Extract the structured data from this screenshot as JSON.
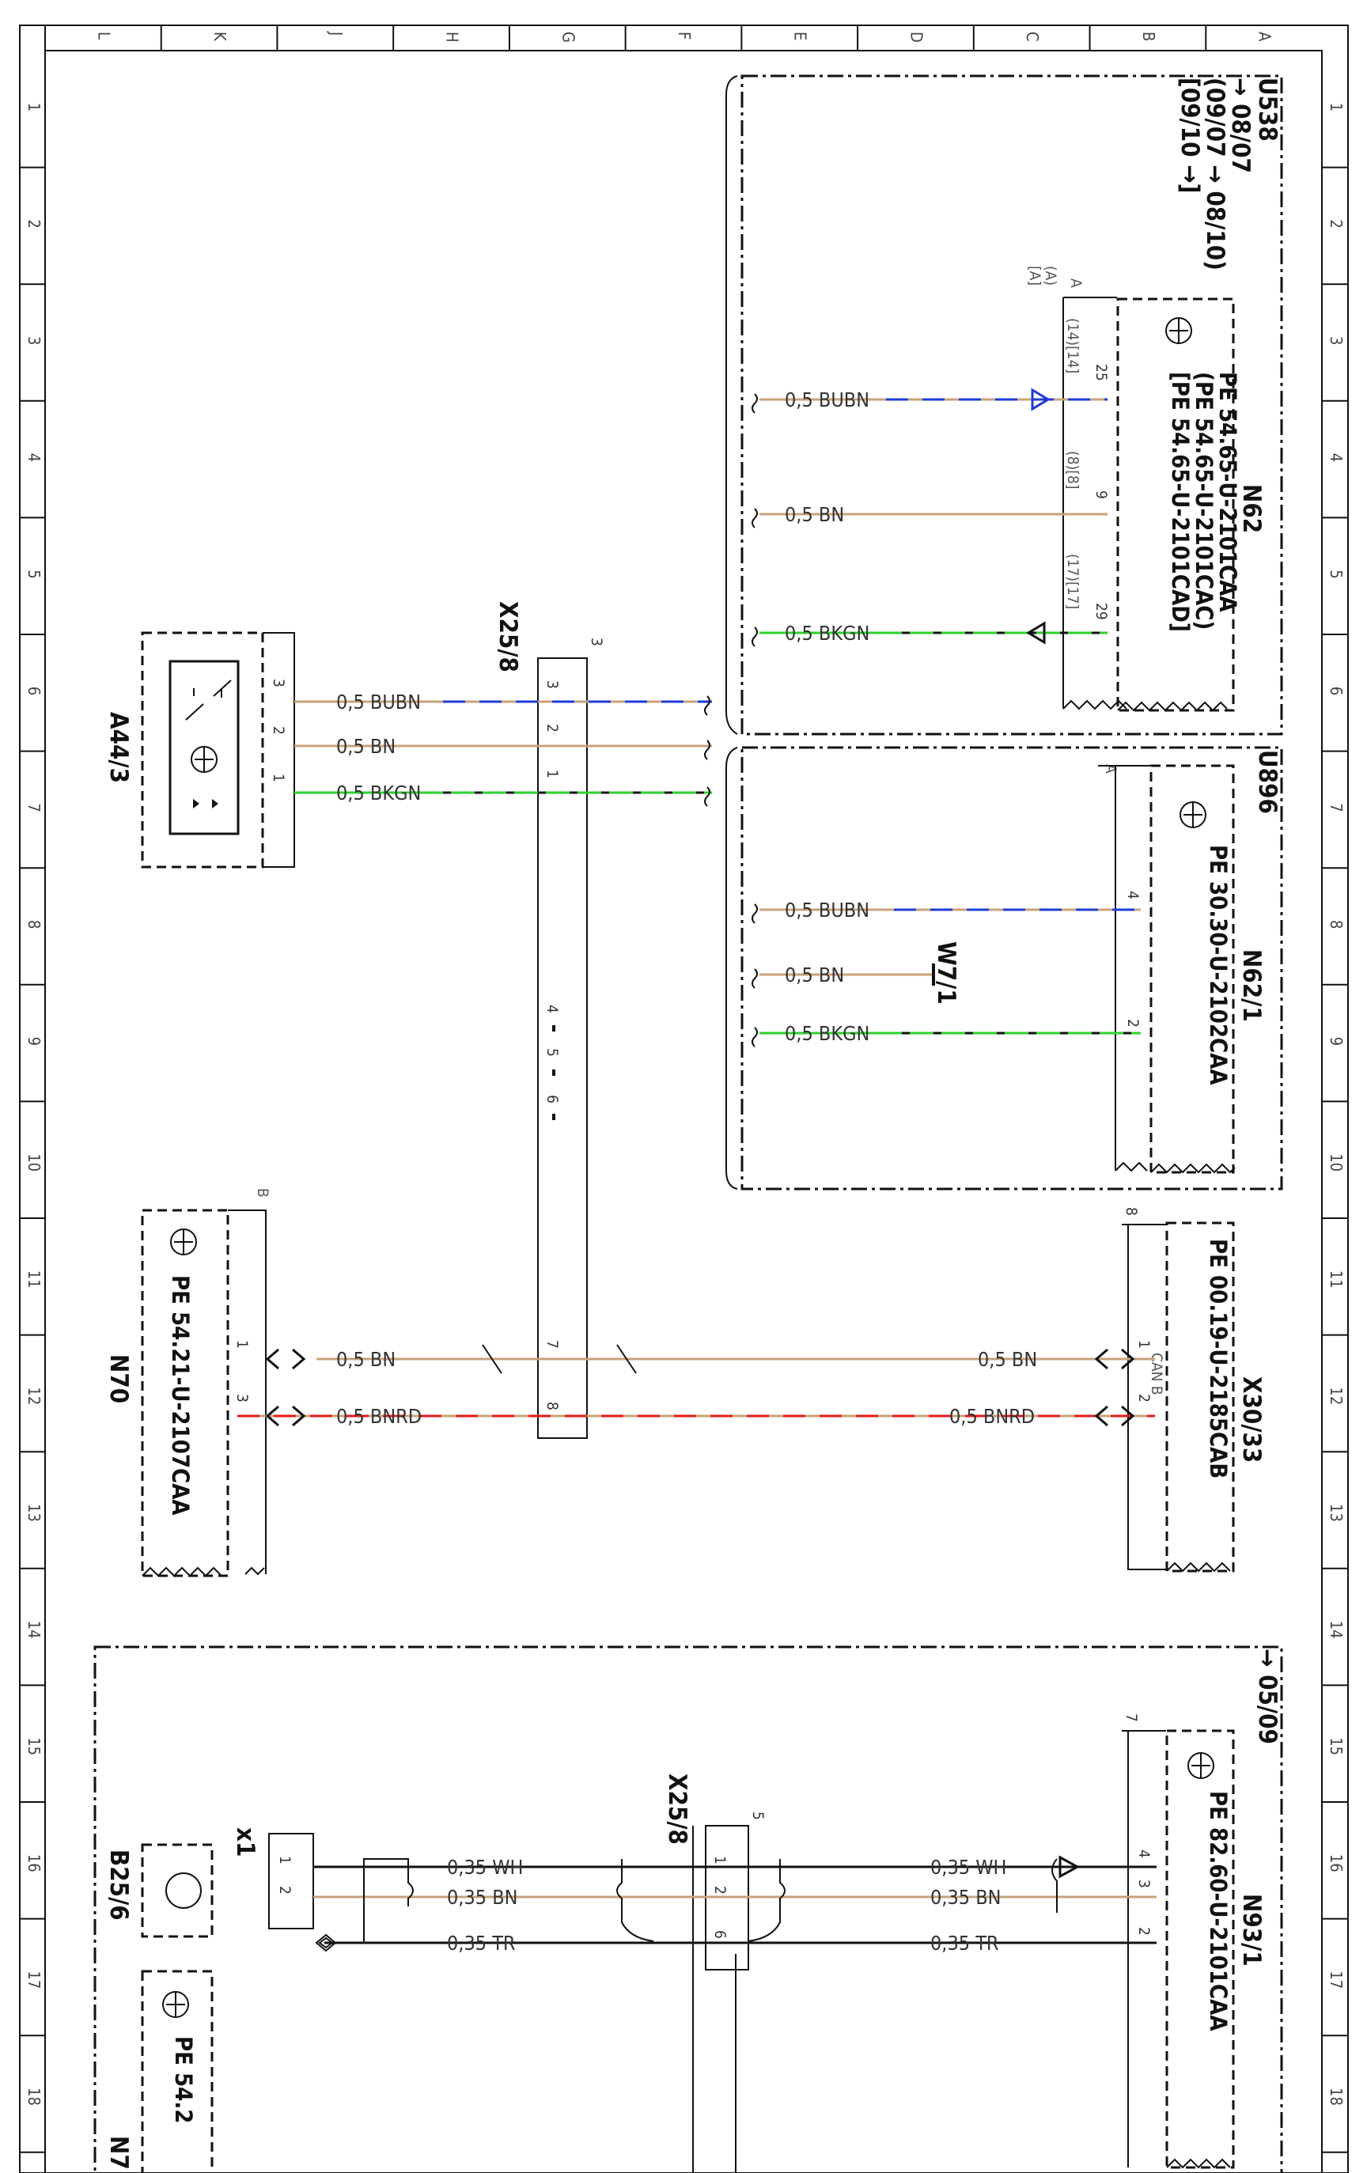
{
  "colors": {
    "BN": "#c8a27a",
    "BU": "#1f3bd6",
    "GN": "#2fd12f",
    "BK": "#111111",
    "RD": "#e21a1a",
    "WH": "#111111",
    "TR": "#111111"
  },
  "grid": {
    "columns": [
      "A",
      "B",
      "C",
      "D",
      "E",
      "F",
      "G",
      "H",
      "J",
      "K",
      "L"
    ],
    "rows": [
      "1",
      "2",
      "3",
      "4",
      "5",
      "6",
      "7",
      "8",
      "9",
      "10",
      "11",
      "12",
      "13",
      "14",
      "15",
      "16",
      "17",
      "18"
    ]
  },
  "boxes": {
    "u538": {
      "title": "U538",
      "dates": [
        "→ 08/07",
        "(09/07 → 08/10)",
        "[09/10 →]"
      ]
    },
    "u896": {
      "title": "U896"
    },
    "box0509": {
      "title": "→ 05/09"
    }
  },
  "components": {
    "n62": {
      "name": "N62",
      "pe": [
        "PE 54.65-U-2101CAA",
        "(PE 54.65-U-2101CAC)",
        "[PE 54.65-U-2101CAD]"
      ],
      "marker": "A",
      "marker2": "(A)",
      "marker3": "[A]",
      "pins": [
        "25",
        "9",
        "29"
      ],
      "refs": [
        "(14)[14]",
        "(8)[8]",
        "(17)[17]"
      ]
    },
    "n62_1": {
      "name": "N62/1",
      "pe": "PE 30.30-U-2102CAA",
      "marker": "A",
      "pins": [
        "4",
        "2"
      ]
    },
    "w7_1": {
      "name": "W7/1"
    },
    "a44_3": {
      "name": "A44/3",
      "pins": [
        "3",
        "2",
        "1"
      ]
    },
    "x25_8_top": {
      "name": "X25/8",
      "num": "3",
      "pins": [
        "3",
        "2",
        "1",
        "4",
        "5",
        "6",
        "7",
        "8"
      ]
    },
    "x30_33": {
      "name": "X30/33",
      "pe": "PE 00.19-U-2185CAB",
      "num": "8",
      "pins": [
        "1",
        "2"
      ],
      "can": [
        "CAN B",
        "CAN B"
      ]
    },
    "n70": {
      "name": "N70",
      "pe": "PE 54.21-U-2107CAA",
      "marker": "B",
      "pins": [
        "1",
        "3"
      ]
    },
    "n93_1": {
      "name": "N93/1",
      "pe": "PE 82.60-U-2101CAA",
      "num": "7",
      "pins": [
        "4",
        "3",
        "2"
      ]
    },
    "x25_8_bottom": {
      "name": "X25/8",
      "num": "5",
      "pins": [
        "1",
        "2",
        "6"
      ]
    },
    "b25_6": {
      "name": "B25/6",
      "conn": "x1",
      "pins": [
        "1",
        "2"
      ]
    },
    "n7x": {
      "name": "N7",
      "pe": "PE 54.2"
    }
  },
  "wires": {
    "a_bubn": "0,5 BUBN",
    "a_bn": "0,5 BN",
    "a_bkgn": "0,5 BKGN",
    "n62_bubn": "0,5 BUBN",
    "n62_bn": "0,5 BN",
    "n62_bkgn": "0,5 BKGN",
    "n621_bubn": "0,5 BUBN",
    "n621_bn": "0,5 BN",
    "n621_bkgn": "0,5 BKGN",
    "can_l_bn": "0,5 BN",
    "can_l_bnrd": "0,5 BNRD",
    "can_r_bn": "0,5 BN",
    "can_r_bnrd": "0,5 BNRD",
    "bl_wh": "0,35 WH",
    "bl_bn": "0,35 BN",
    "bl_tr": "0,35 TR",
    "br_wh": "0,35 WH",
    "br_bn": "0,35 BN",
    "br_tr": "0,35 TR"
  }
}
